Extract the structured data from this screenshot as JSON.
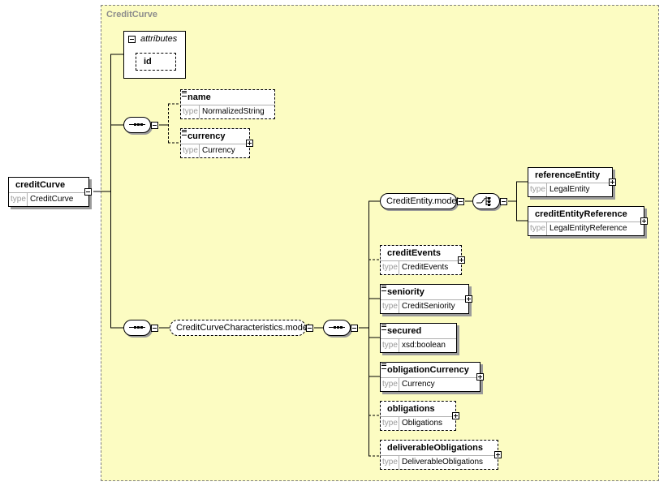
{
  "root_area": {
    "title": "CreditCurve"
  },
  "attributes": {
    "title": "attributes",
    "items": [
      "id"
    ]
  },
  "root_element": {
    "name": "creditCurve",
    "type_label": "type",
    "type": "CreditCurve"
  },
  "elements": {
    "name": {
      "name": "name",
      "type_label": "type",
      "type": "NormalizedString"
    },
    "currency": {
      "name": "currency",
      "type_label": "type",
      "type": "Currency"
    },
    "referenceEntity": {
      "name": "referenceEntity",
      "type_label": "type",
      "type": "LegalEntity"
    },
    "creditEntityReference": {
      "name": "creditEntityReference",
      "type_label": "type",
      "type": "LegalEntityReference"
    },
    "creditEvents": {
      "name": "creditEvents",
      "type_label": "type",
      "type": "CreditEvents"
    },
    "seniority": {
      "name": "seniority",
      "type_label": "type",
      "type": "CreditSeniority"
    },
    "secured": {
      "name": "secured",
      "type_label": "type",
      "type": "xsd:boolean"
    },
    "obligationCurrency": {
      "name": "obligationCurrency",
      "type_label": "type",
      "type": "Currency"
    },
    "obligations": {
      "name": "obligations",
      "type_label": "type",
      "type": "Obligations"
    },
    "deliverableObligations": {
      "name": "deliverableObligations",
      "type_label": "type",
      "type": "DeliverableObligations"
    }
  },
  "models": {
    "creditEntity": "CreditEntity.model",
    "creditCurveCharacteristics": "CreditCurveCharacteristics.model"
  }
}
